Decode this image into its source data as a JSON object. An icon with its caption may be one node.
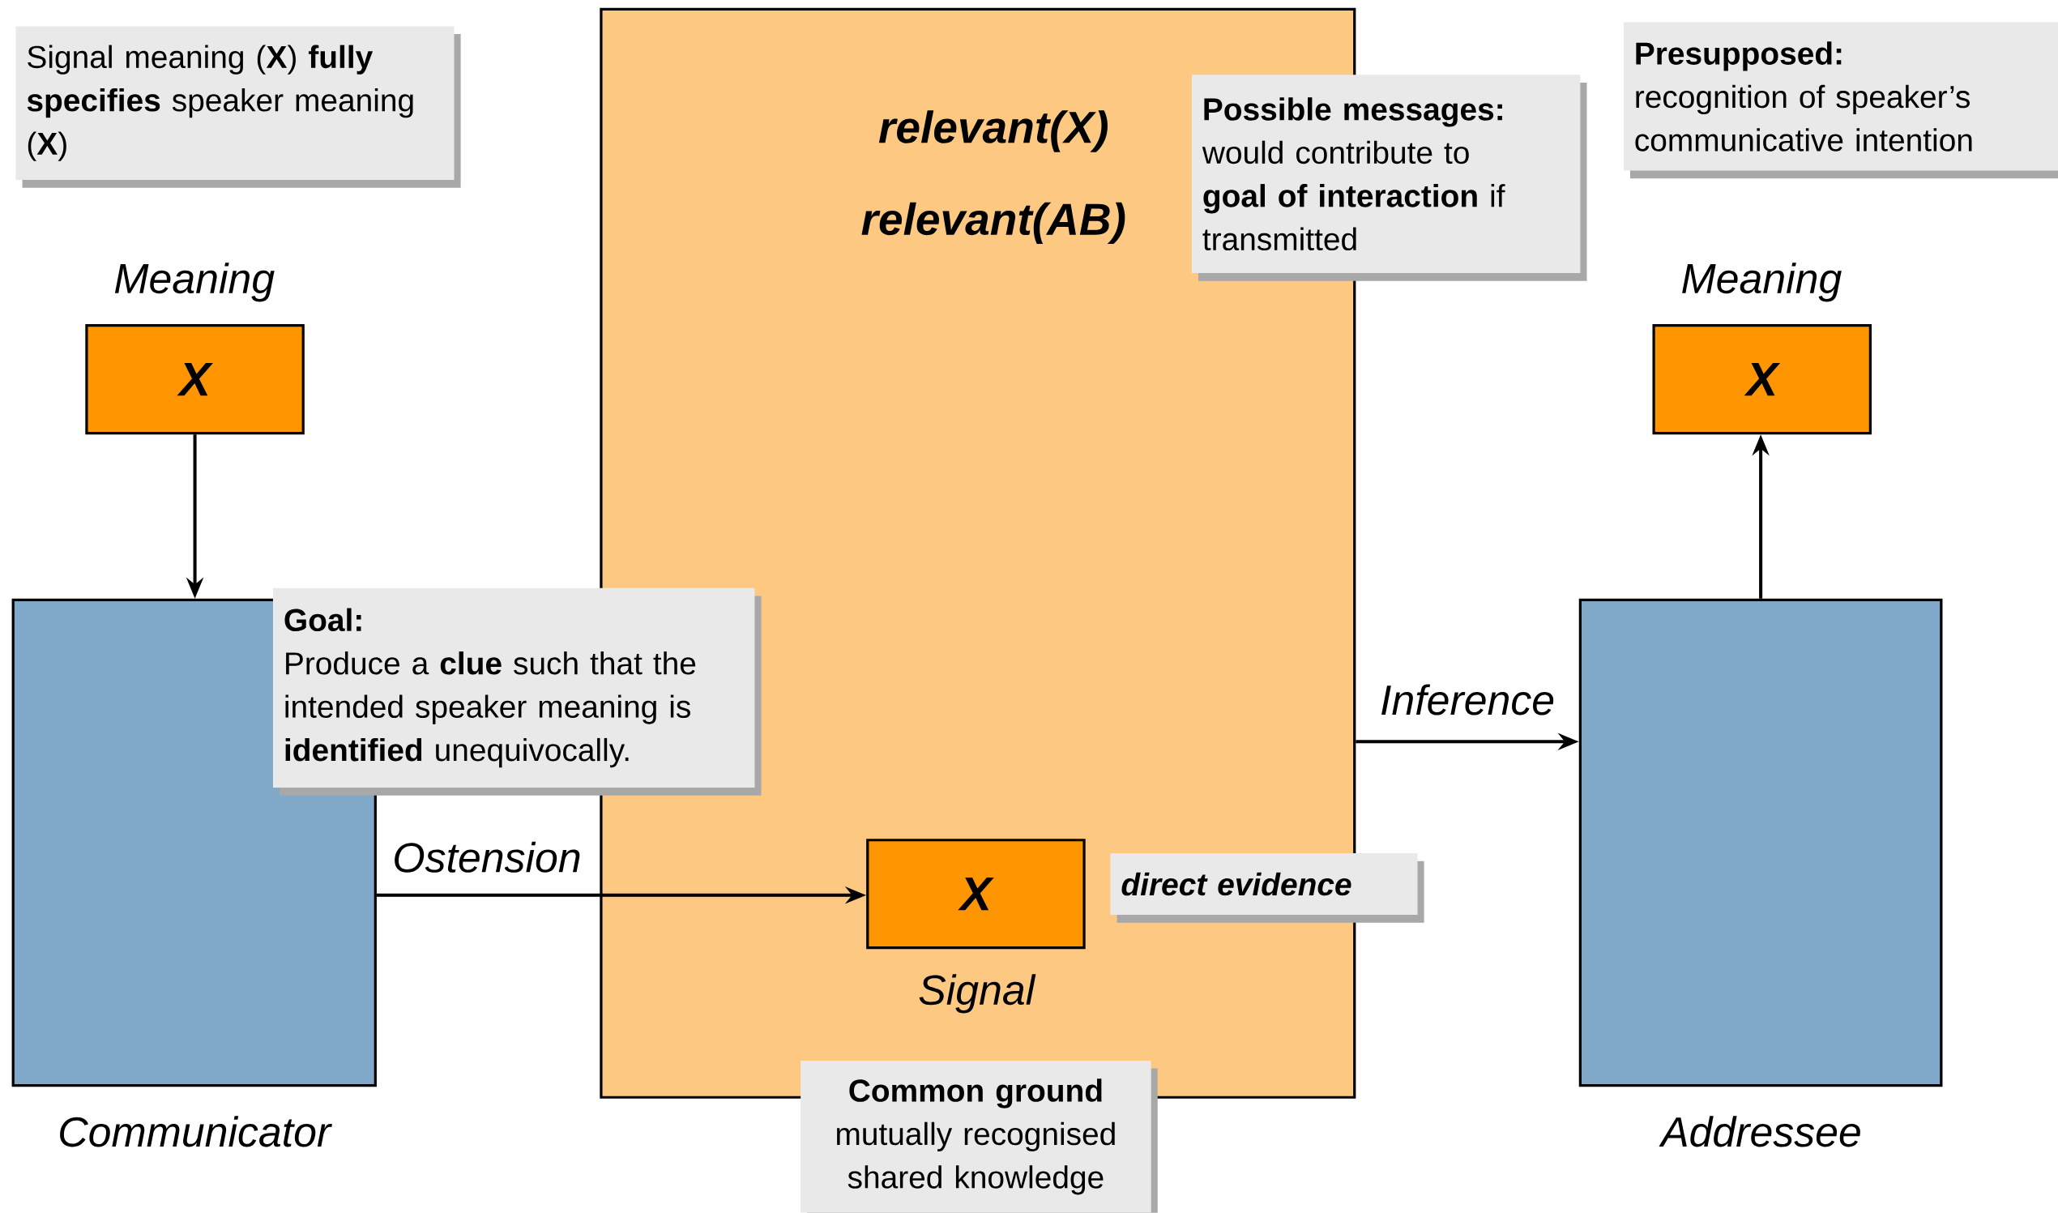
{
  "diagram": {
    "nodes": [
      {
        "text": [
          "Signal meaning (**X**) **fully specifies** speaker meaning (**X**)"
        ]
      },
      {
        "text": [
          "relevant(X)",
          "relevant(AB)"
        ]
      },
      {
        "text": [
          "Possible messages:",
          "would contribute to **goal of interaction** if transmitted"
        ]
      },
      {
        "text": [
          "Presupposed:",
          "recognition of speaker’s communicative intention"
        ]
      },
      {
        "text": [
          "X"
        ],
        "beside": [
          "Meaning"
        ]
      },
      {
        "text": [
          "X"
        ],
        "beside": [
          "Meaning"
        ]
      },
      {
        "text": [],
        "shape": "box",
        "beside": [
          "Communicator"
        ]
      },
      {
        "text": [
          "Goal:",
          "Produce a **clue** such that the intended speaker meaning is **identified** unequivocally."
        ]
      },
      {
        "text": [
          "X"
        ],
        "beside": [
          "Signal"
        ],
        "in": 1
      },
      {
        "text": [
          "direct evidence"
        ]
      },
      {
        "text": [],
        "shape": "box",
        "beside": [
          "Addressee"
        ]
      },
      {
        "text": [
          "Common ground",
          "mutually recognised shared knowledge"
        ]
      }
    ],
    "edges": [
      {
        "from": 4,
        "to": 6,
        "arrow": "to"
      },
      {
        "from": 6,
        "to": 8,
        "arrow": "to",
        "label": "Ostension"
      },
      {
        "from": 1,
        "to": 10,
        "arrow": "to",
        "label": "Inference"
      },
      {
        "from": 10,
        "to": 5,
        "arrow": "to"
      }
    ]
  }
}
